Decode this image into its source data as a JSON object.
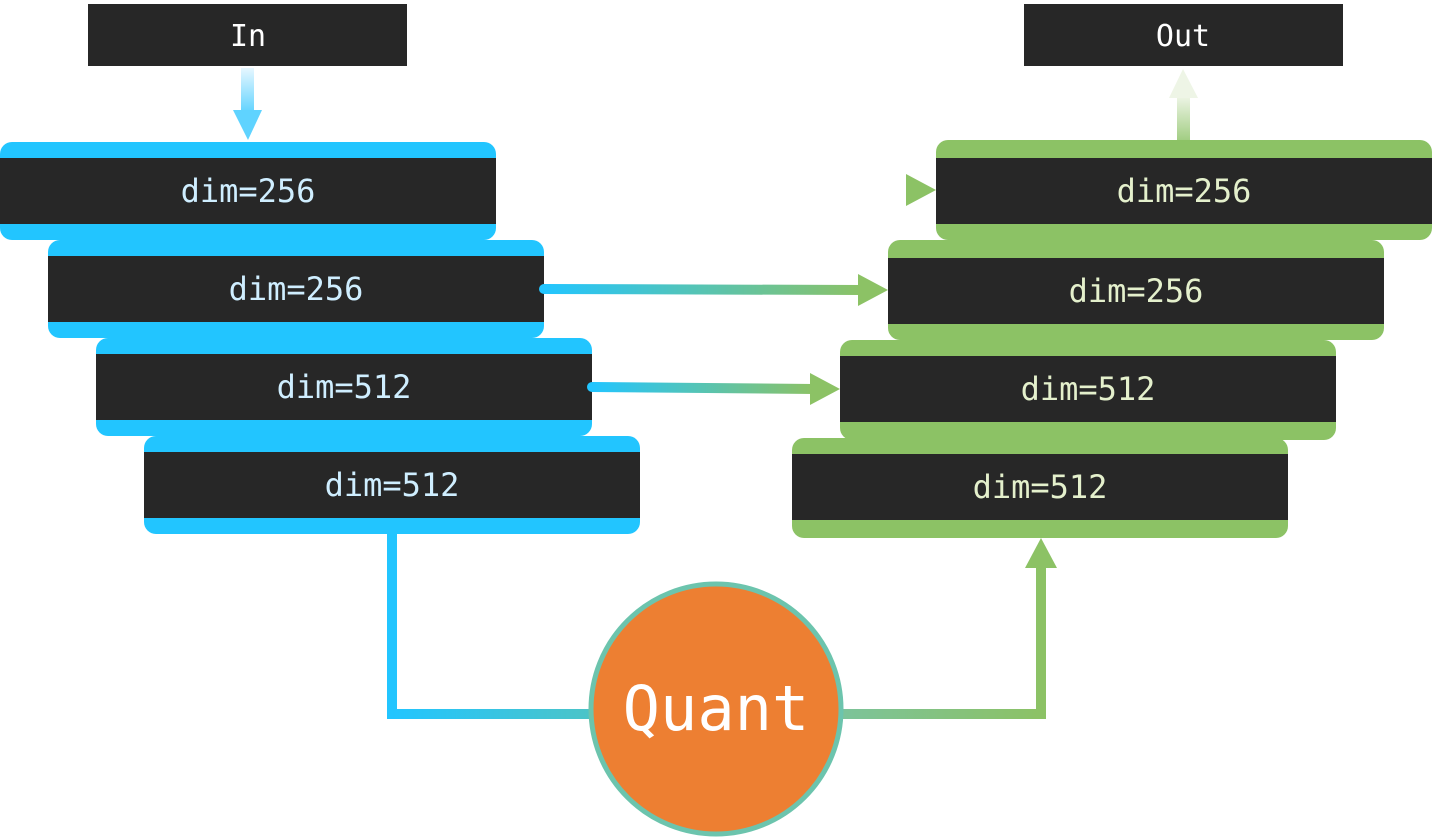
{
  "input": {
    "label": "In"
  },
  "output": {
    "label": "Out"
  },
  "encoder": {
    "layers": [
      {
        "label": "dim=256"
      },
      {
        "label": "dim=256"
      },
      {
        "label": "dim=512"
      },
      {
        "label": "dim=512"
      }
    ]
  },
  "decoder": {
    "layers": [
      {
        "label": "dim=256"
      },
      {
        "label": "dim=256"
      },
      {
        "label": "dim=512"
      },
      {
        "label": "dim=512"
      }
    ]
  },
  "quantizer": {
    "label": "Quant"
  },
  "colors": {
    "encoder": "#22c5ff",
    "decoder": "#8cc265",
    "quant_fill": "#ed7f32",
    "quant_border": "#6cc4ad",
    "block": "#272727"
  }
}
